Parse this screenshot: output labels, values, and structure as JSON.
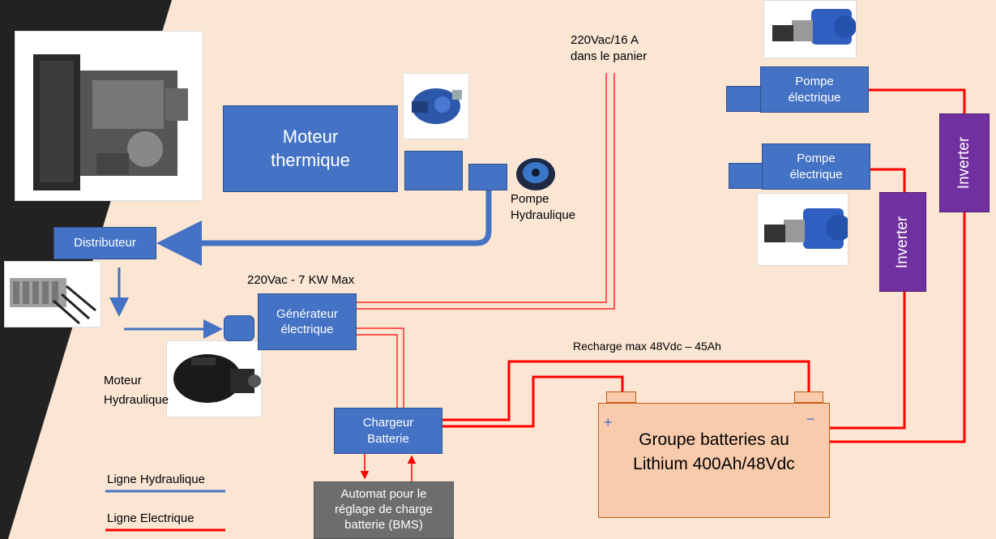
{
  "components": {
    "moteur_thermique": "Moteur\nthermique",
    "distributeur": "Distributeur",
    "generateur": "Générateur\nélectrique",
    "chargeur": "Chargeur\nBatterie",
    "automate_bms": "Automat pour le\nréglage de charge\nbatterie  (BMS)",
    "pompe_electrique_top": "Pompe\nélectrique",
    "pompe_electrique_bottom": "Pompe\nélectrique",
    "inverter_left": "Inverter",
    "inverter_right": "Inverter",
    "battery_title": "Groupe batteries au\nLithium 400Ah/48Vdc",
    "battery_plus": "+",
    "battery_minus": "−"
  },
  "labels": {
    "pompe_hydraulique": "Pompe\nHydraulique",
    "moteur_hydraulique": "Moteur\nHydraulique",
    "supply_220": "220Vac/16 A\ndans le panier",
    "generator_power": "220Vac - 7 KW Max",
    "recharge": "Recharge max 48Vdc – 45Ah"
  },
  "legend": {
    "hydraulic": "Ligne Hydraulique",
    "electric": "Ligne Electrique"
  },
  "colors": {
    "background": "#fbe6d4",
    "component_blue": "#4472c4",
    "inverter_purple": "#7030a0",
    "bms_gray": "#6d6d6d",
    "battery_fill": "#f8cbad",
    "electric_line": "#ff0000",
    "hydraulic_line": "#4472c4",
    "corner_dark": "#222222"
  },
  "images": [
    {
      "name": "diesel-engine-photo"
    },
    {
      "name": "hydraulic-pump-photo-top"
    },
    {
      "name": "hydraulic-pump-photo-small"
    },
    {
      "name": "valve-block-photo"
    },
    {
      "name": "hydraulic-motor-photo"
    },
    {
      "name": "electric-pump-photo-top"
    },
    {
      "name": "electric-pump-photo-bottom"
    }
  ]
}
